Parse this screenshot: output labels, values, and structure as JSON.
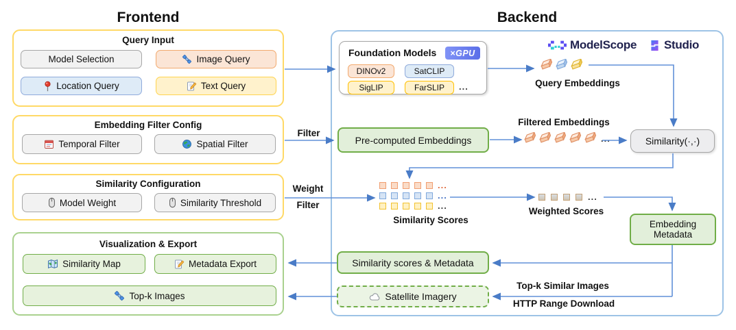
{
  "ellipsis": "...",
  "titles": {
    "frontend": "Frontend",
    "backend": "Backend"
  },
  "frontend": {
    "query_input": {
      "title": "Query Input",
      "model_selection": "Model Selection",
      "image_query": "Image Query",
      "location_query": "Location Query",
      "text_query": "Text Query"
    },
    "embedding_filter": {
      "title": "Embedding Filter Config",
      "temporal": "Temporal Filter",
      "spatial": "Spatial Filter"
    },
    "similarity_config": {
      "title": "Similarity Configuration",
      "model_weight": "Model Weight",
      "threshold": "Similarity Threshold"
    },
    "viz_export": {
      "title": "Visualization & Export",
      "similarity_map": "Similarity Map",
      "metadata_export": "Metadata Export",
      "topk": "Top-k Images"
    }
  },
  "backend": {
    "foundation": {
      "title": "Foundation Models",
      "badge": "×GPU",
      "models": [
        "DINOv2",
        "SatCLIP",
        "SigLIP",
        "FarSLIP"
      ]
    },
    "logos": {
      "modelscope": "ModelScope",
      "studio": "Studio"
    },
    "nodes": {
      "precomputed": "Pre-computed Embeddings",
      "similarity_fn": "Similarity(·,·)",
      "embedding_metadata": "Embedding Metadata",
      "scores_metadata": "Similarity scores & Metadata",
      "satellite": "Satellite Imagery"
    },
    "labels": {
      "query_embeddings": "Query Embeddings",
      "filtered_embeddings": "Filtered Embeddings",
      "similarity_scores": "Similarity Scores",
      "weighted_scores": "Weighted Scores",
      "topk_similar": "Top-k Similar Images",
      "http_range": "HTTP Range Download",
      "filter": "Filter",
      "weight": "Weight",
      "filter2": "Filter"
    }
  },
  "icons": {
    "satellite-icon": "🛰",
    "pushpin-icon": "📍",
    "notepad-icon": "📝",
    "calendar-icon": "📅",
    "globe-icon": "🌍",
    "mouse-icon": "🖱",
    "map-icon": "🗺",
    "cloud-icon": "☁",
    "embedding-bar-icon": "▰",
    "score-square-icon": "▢"
  },
  "colors": {
    "arrow": "#6190d8",
    "frontend_border_yellow": "#ffd966",
    "green_border": "#70ad47",
    "backend_border_blue": "#9dc3e6",
    "peach_border": "#f2a96e",
    "blue_fill": "#deebf7",
    "yellow_fill": "#fff2cc",
    "green_fill": "#e2efda",
    "gpu_badge_blue": "#5a6ee8"
  }
}
